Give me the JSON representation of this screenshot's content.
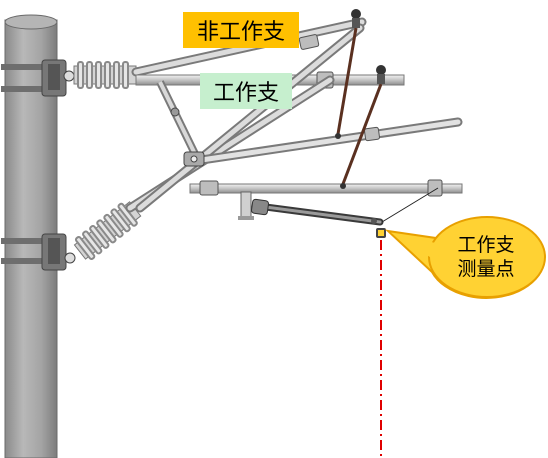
{
  "labels": {
    "non_working_branch": "非工作支",
    "working_branch": "工作支",
    "measure_point_line1": "工作支",
    "measure_point_line2": "测量点"
  },
  "colors": {
    "non_working_bg": "#FFC000",
    "working_bg": "#C6EFCE",
    "callout_fill": "#FFD233",
    "callout_stroke": "#E8A000",
    "dashdot_line": "#E00000",
    "pole_fill": "#A0A0A0",
    "pipe_fill": "#C8C8C8"
  },
  "icons": {
    "pole": "concrete-pole",
    "insulator": "insulator-icon",
    "measure_marker": "measure-point-icon"
  }
}
